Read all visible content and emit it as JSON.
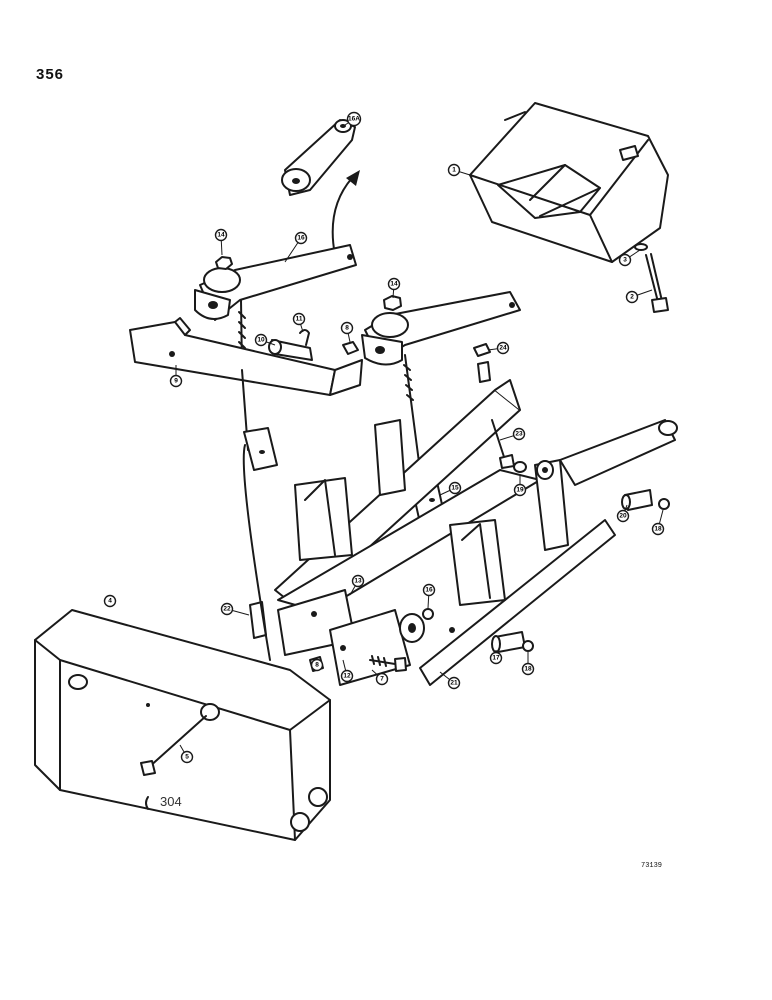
{
  "page": {
    "number": "356",
    "figure_code": "73139"
  },
  "weight_marking": "304",
  "callouts": [
    {
      "id": "1"
    },
    {
      "id": "2"
    },
    {
      "id": "3"
    },
    {
      "id": "4"
    },
    {
      "id": "5"
    },
    {
      "id": "7"
    },
    {
      "id": "8"
    },
    {
      "id": "8b",
      "label": "8"
    },
    {
      "id": "9"
    },
    {
      "id": "10"
    },
    {
      "id": "11"
    },
    {
      "id": "12"
    },
    {
      "id": "13"
    },
    {
      "id": "14"
    },
    {
      "id": "14b",
      "label": "14"
    },
    {
      "id": "15"
    },
    {
      "id": "16"
    },
    {
      "id": "16A"
    },
    {
      "id": "16b",
      "label": "16"
    },
    {
      "id": "17"
    },
    {
      "id": "18"
    },
    {
      "id": "18b",
      "label": "18"
    },
    {
      "id": "19"
    },
    {
      "id": "20"
    },
    {
      "id": "21"
    },
    {
      "id": "22"
    },
    {
      "id": "23"
    },
    {
      "id": "24"
    }
  ]
}
